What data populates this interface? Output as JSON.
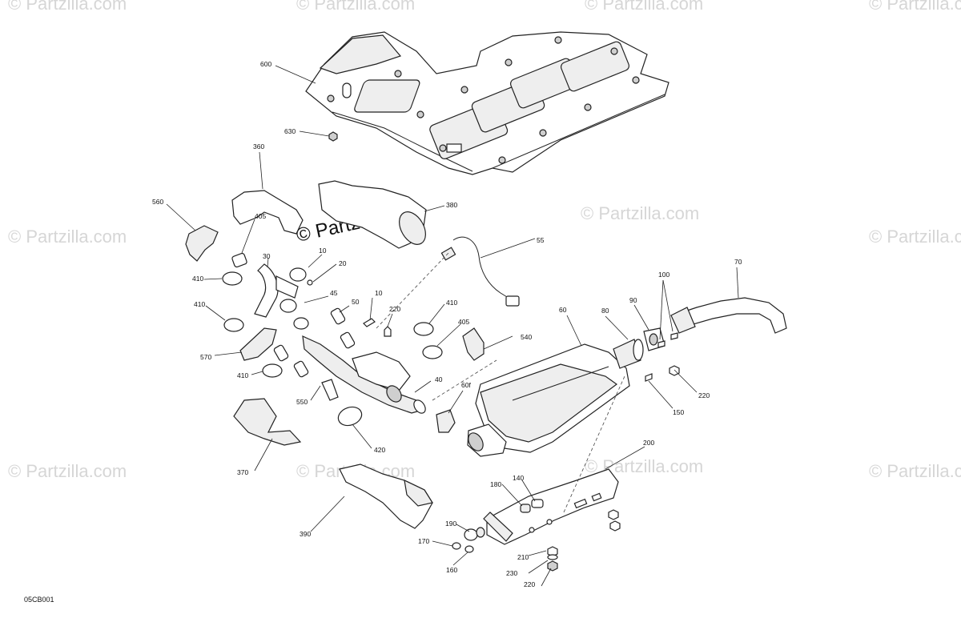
{
  "watermark": {
    "text": "© Partzilla.com",
    "center_text": "© Partzilla.com"
  },
  "diagram_code": "05CB001",
  "callouts": {
    "c600": "600",
    "c630": "630",
    "c360": "360",
    "c560": "560",
    "c380": "380",
    "c405a": "405",
    "c30": "30",
    "c10a": "10",
    "c20": "20",
    "c410a": "410",
    "c45": "45",
    "c50": "50",
    "c10b": "10",
    "c220a": "220",
    "c410b": "410",
    "c410c": "410",
    "c405b": "405",
    "c570": "570",
    "c410d": "410",
    "c550": "550",
    "c40": "40",
    "c60f": "60f",
    "c540": "540",
    "c55": "55",
    "c60": "60",
    "c80": "80",
    "c90": "90",
    "c100": "100",
    "c70": "70",
    "c220b": "220",
    "c150": "150",
    "c370": "370",
    "c420": "420",
    "c200": "200",
    "c390": "390",
    "c180": "180",
    "c140": "140",
    "c190": "190",
    "c170": "170",
    "c160": "160",
    "c210": "210",
    "c230": "230",
    "c220c": "220"
  }
}
